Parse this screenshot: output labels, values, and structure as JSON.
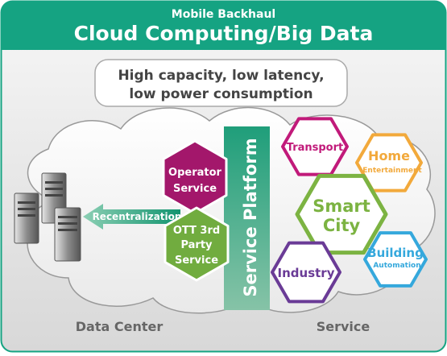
{
  "header": {
    "subtitle": "Mobile Backhaul",
    "title": "Cloud Computing/Big Data"
  },
  "callout": {
    "line1": "High capacity, low latency,",
    "line2": "low power consumption"
  },
  "platform": {
    "label": "Service Platform"
  },
  "arrow": {
    "label": "Recentralization"
  },
  "left_hexes": [
    {
      "lines": [
        "Operator",
        "Service"
      ]
    },
    {
      "lines": [
        "OTT 3rd",
        "Party",
        "Service"
      ]
    }
  ],
  "right_hexes": {
    "transport": {
      "label": "Transport"
    },
    "home": {
      "line1": "Home",
      "line2": "Entertainment"
    },
    "smart_city": {
      "line1": "Smart",
      "line2": "City"
    },
    "building": {
      "line1": "Building",
      "line2": "Automation"
    },
    "industry": {
      "label": "Industry"
    }
  },
  "footer": {
    "left": "Data Center",
    "right": "Service"
  },
  "colors": {
    "brand_green": "#15a382",
    "operator_magenta": "#a3176b",
    "ott_green": "#71ac3f",
    "transport": "#c11a7a",
    "home": "#f2a93b",
    "smart_city": "#7cb342",
    "building": "#35a8dc",
    "industry": "#6a3b96",
    "platform": "#5fb08f"
  }
}
